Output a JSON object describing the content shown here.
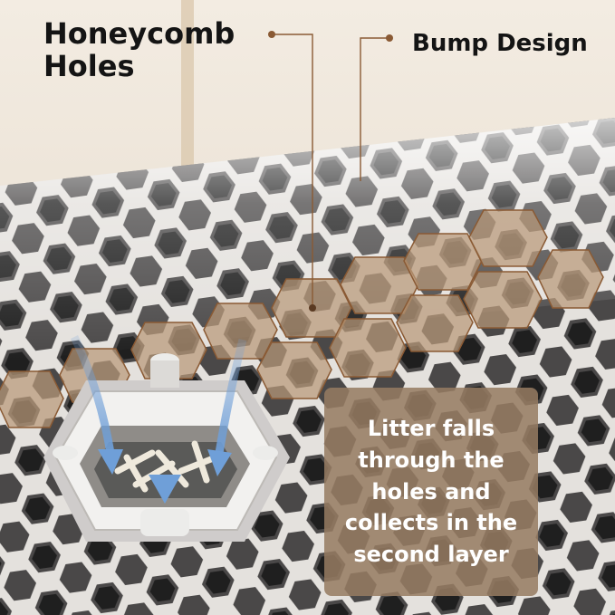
{
  "labels": {
    "honeycomb": "Honeycomb\nHoles",
    "bump": "Bump Design",
    "litter_note": "Litter falls\nthrough the\nholes and\ncollects in the\nsecond layer"
  },
  "colors": {
    "callout_line": "#8a5a34",
    "highlight_fill": "#b89878",
    "highlight_stroke": "#8a5a34",
    "mat_light": "#e6e3df",
    "mat_hole": "#2b2b2b",
    "arrow_blue": "#6f9fd8",
    "panel_bg": "#967c62"
  },
  "icons": {
    "arrows": "down-arrow-icon"
  }
}
